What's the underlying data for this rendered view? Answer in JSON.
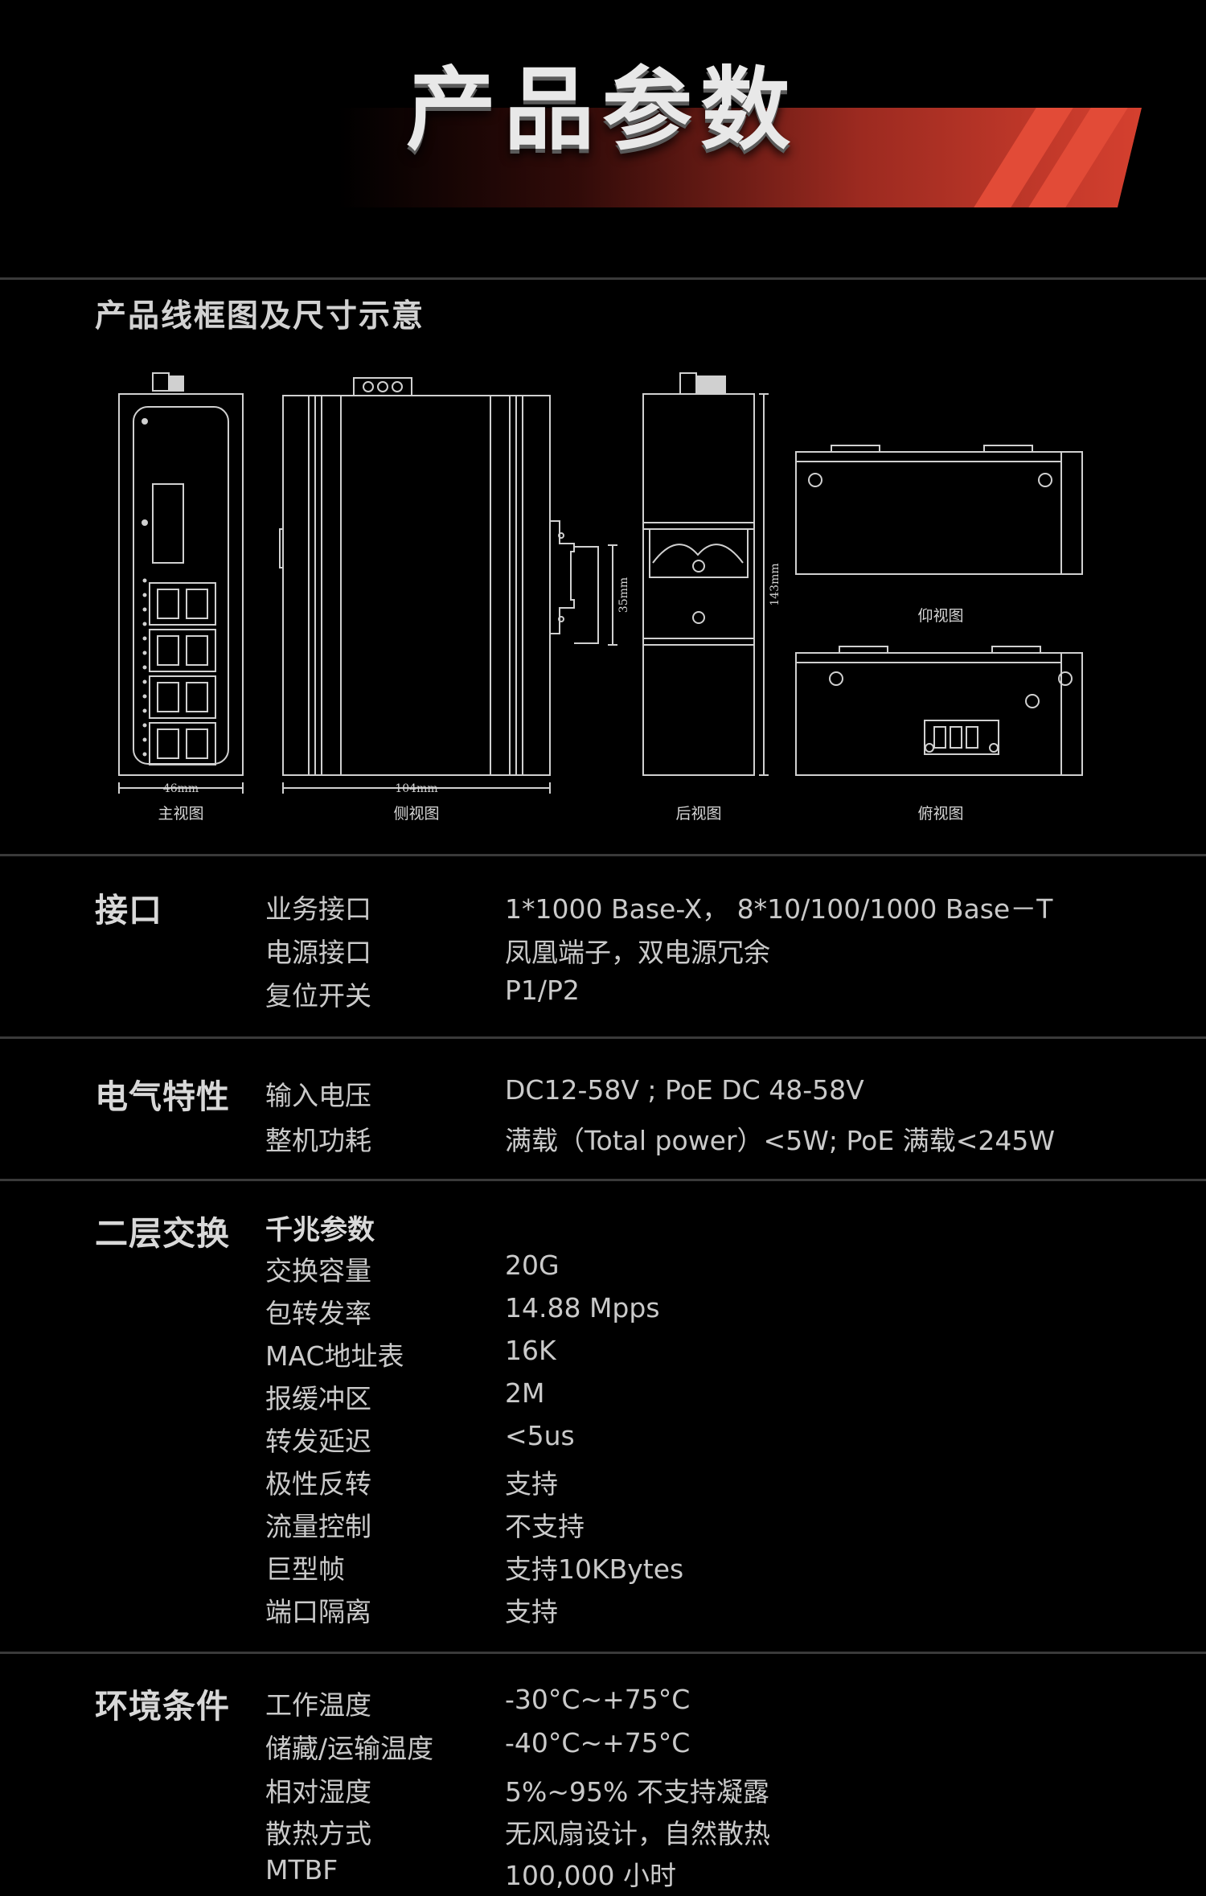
{
  "banner": {
    "title": "产品参数",
    "accent_color": "#e24b37"
  },
  "diagram": {
    "title": "产品线框图及尺寸示意",
    "views": {
      "front": "主视图",
      "side": "侧视图",
      "back": "后视图",
      "bottom": "仰视图",
      "top": "俯视图"
    },
    "dimensions": {
      "front_width": "46mm",
      "side_depth": "104mm",
      "rail": "35mm",
      "height": "143mm"
    }
  },
  "sections": {
    "interface": {
      "title": "接口",
      "rows": [
        {
          "label": "业务接口",
          "value": "1*1000 Base-X， 8*10/100/1000 Base－T"
        },
        {
          "label": "电源接口",
          "value": "凤凰端子，双电源冗余"
        },
        {
          "label": "复位开关",
          "value": "P1/P2"
        }
      ]
    },
    "electrical": {
      "title": "电气特性",
      "rows": [
        {
          "label": "输入电压",
          "value": "DC12-58V ; PoE DC 48-58V"
        },
        {
          "label": "整机功耗",
          "value": "满载（Total power）<5W; PoE 满载<245W"
        }
      ]
    },
    "layer2": {
      "title": "二层交换",
      "subheading": "千兆参数",
      "rows": [
        {
          "label": "交换容量",
          "value": "20G"
        },
        {
          "label": "包转发率",
          "value": "14.88 Mpps"
        },
        {
          "label": "MAC地址表",
          "value": "16K"
        },
        {
          "label": "报缓冲区",
          "value": "2M"
        },
        {
          "label": "转发延迟",
          "value": "<5us"
        },
        {
          "label": "极性反转",
          "value": "支持"
        },
        {
          "label": "流量控制",
          "value": "不支持"
        },
        {
          "label": "巨型帧",
          "value": "支持10KBytes"
        },
        {
          "label": "端口隔离",
          "value": "支持"
        }
      ]
    },
    "environment": {
      "title": "环境条件",
      "rows": [
        {
          "label": "工作温度",
          "value": "-30°C~+75°C"
        },
        {
          "label": "储藏/运输温度",
          "value": "-40°C~+75°C"
        },
        {
          "label": "相对湿度",
          "value": "5%~95% 不支持凝露"
        },
        {
          "label": "散热方式",
          "value": "无风扇设计，自然散热"
        },
        {
          "label": "MTBF",
          "value": "100,000 小时"
        }
      ]
    }
  }
}
